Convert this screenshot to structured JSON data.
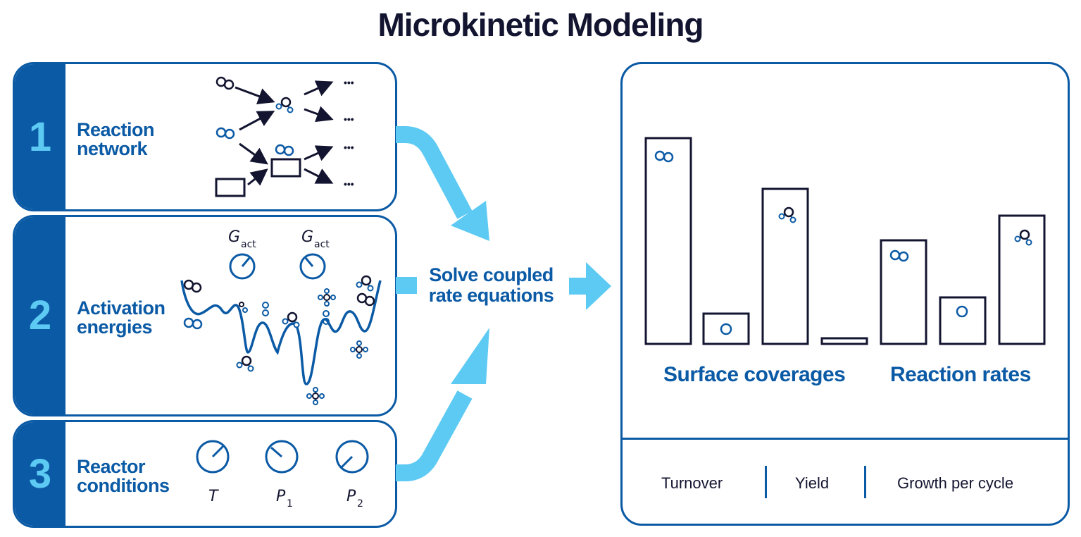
{
  "title": "Microkinetic Modeling",
  "steps": [
    {
      "number": "1",
      "label_line1": "Reaction",
      "label_line2": "network"
    },
    {
      "number": "2",
      "label_line1": "Activation",
      "label_line2": "energies"
    },
    {
      "number": "3",
      "label_line1": "Reactor",
      "label_line2": "conditions"
    }
  ],
  "activation": {
    "dial_symbol": "G",
    "dial_subscript": "act"
  },
  "reactor": {
    "dials": [
      {
        "symbol": "T",
        "subscript": ""
      },
      {
        "symbol": "P",
        "subscript": "1"
      },
      {
        "symbol": "P",
        "subscript": "2"
      }
    ]
  },
  "network": {
    "ellipsis": "•••"
  },
  "solver": {
    "line1": "Solve coupled",
    "line2": "rate equations"
  },
  "results": {
    "groups": [
      "Surface coverages",
      "Reaction rates"
    ],
    "metrics": [
      "Turnover",
      "Yield",
      "Growth per cycle"
    ]
  },
  "colors": {
    "dark_blue": "#0b5aa5",
    "light_blue": "#5ccaf2",
    "navy": "#131530"
  }
}
